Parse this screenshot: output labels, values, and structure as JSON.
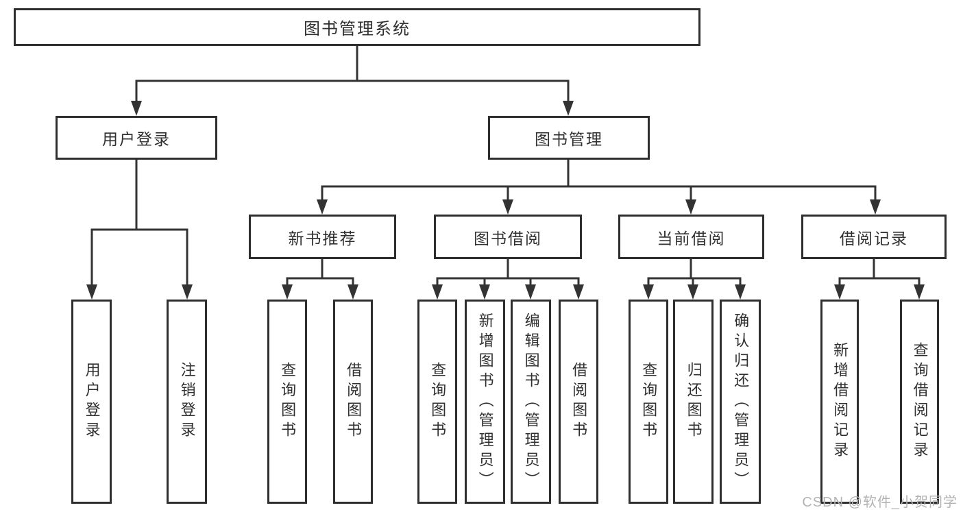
{
  "diagram": {
    "root": {
      "label": "图书管理系统"
    },
    "level2": {
      "user_login": {
        "label": "用户登录"
      },
      "book_management": {
        "label": "图书管理"
      }
    },
    "level3": {
      "new_book_recommend": {
        "label": "新书推荐"
      },
      "book_borrowing": {
        "label": "图书借阅"
      },
      "current_borrowing": {
        "label": "当前借阅"
      },
      "borrowing_records": {
        "label": "借阅记录"
      }
    },
    "leaves": {
      "login": "用户登录",
      "logout": "注销登录",
      "recommend_query_book": "查询图书",
      "recommend_borrow_book": "借阅图书",
      "borrowing_query_book": "查询图书",
      "borrowing_add_book": "新增图书（管理员）",
      "borrowing_edit_book": "编辑图书（管理员）",
      "borrowing_borrow_book": "借阅图书",
      "current_query_book": "查询图书",
      "current_return_book": "归还图书",
      "current_confirm_return": "确认归还（管理员）",
      "records_add_record": "新增借阅记录",
      "records_query_record": "查询借阅记录"
    }
  },
  "watermark": {
    "text": "CSDN @软件_小贺同学"
  },
  "colors": {
    "line": "#333333",
    "box_border": "#2e2e2e",
    "text": "#303030",
    "watermark": "#b3b3b3",
    "background": "#ffffff"
  }
}
